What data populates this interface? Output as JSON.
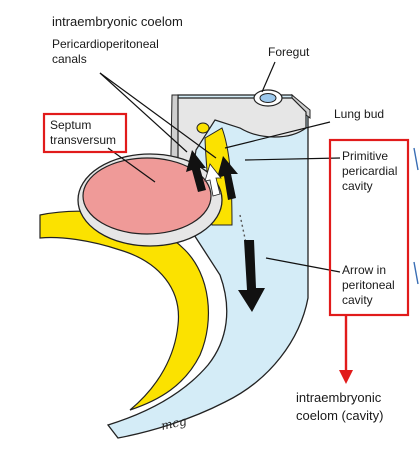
{
  "labels": {
    "title": "intraembryonic coelom",
    "pericardioperitoneal_1": "Pericardioperitoneal",
    "pericardioperitoneal_2": "canals",
    "foregut": "Foregut",
    "septum_1": "Septum",
    "septum_2": "transversum",
    "lung_bud": "Lung bud",
    "primitive_1": "Primitive",
    "primitive_2": "pericardial",
    "primitive_3": "cavity",
    "arrow_1": "Arrow in",
    "arrow_2": "peritoneal",
    "arrow_3": "cavity",
    "bottom_1": "intraembryonic",
    "bottom_2": "coelom (cavity)",
    "signature": "mcg"
  },
  "colors": {
    "cavity_blue": "#d4ecf7",
    "yellow": "#fbe200",
    "septum_pink": "#ef9a98",
    "highlight_red": "#e11b1b",
    "wall_gray": "#cfcfcf"
  }
}
